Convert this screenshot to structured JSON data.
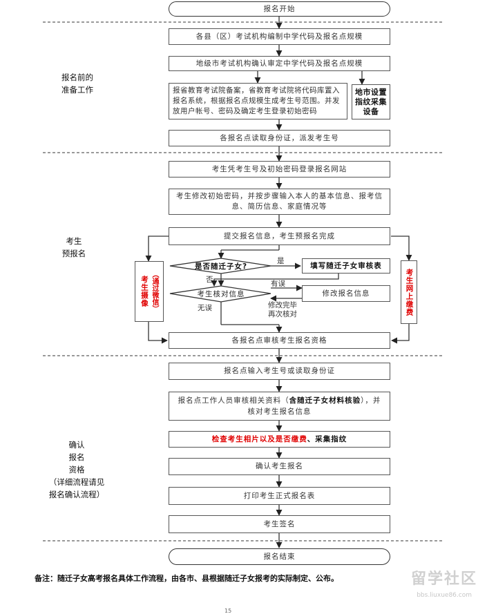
{
  "sections": {
    "prep": "报名前的\n准备工作",
    "prereg": "考生\n预报名",
    "confirm": "确认\n报名\n资格\n（详细流程请见\n报名确认流程）"
  },
  "nodes": {
    "start": "报名开始",
    "step1": "各县（区）考试机构编制中学代码及报名点规模",
    "step2": "地级市考试机构确认审定中学代码及报名点规模",
    "step3": "报省教育考试院备案，省教育考试院将代码库置入报名系统，根据报名点规模生成考生号范围。并发放用户帐号、密码及确定考生登录初始密码",
    "step3b": "地市设置指纹采集设备",
    "step4": "各报名点读取身份证，派发考生号",
    "step5": "考生凭考生号及初始密码登录报名网站",
    "step6": "考生修改初始密码，并按步骤输入本人的基本信息、报考信息、简历信息、家庭情况等",
    "step7": "提交报名信息，考生预报名完成",
    "decision1": "是否随迁子女?",
    "fill_form": "填写随迁子女审核表",
    "decision2": "考生核对信息",
    "modify": "修改报名信息",
    "left_side_a": "考生摄像",
    "left_side_b": "（通过微信）",
    "right_side": "考生网上缴费",
    "step8": "各报名点审核考生报名资格",
    "step9": "报名点输入考生号或读取身份证",
    "step10_a": "报名点工作人员审核相关资料（",
    "step10_b": "含随迁子女材料核验",
    "step10_c": "），并核对考生报名信息",
    "step11_a": "检查考生相片以及是否缴费",
    "step11_b": "、采集指纹",
    "step12": "确认考生报名",
    "step13": "打印考生正式报名表",
    "step14": "考生签名",
    "end": "报名结束"
  },
  "labels": {
    "yes": "是",
    "no": "否",
    "has_error": "有误",
    "no_error": "无误",
    "recheck": "修改完毕\n再次核对"
  },
  "footnote": "备注：随迁子女高考报名具体工作流程，由各市、县根据随迁子女报考的实际制定、公布。",
  "page_number": "15",
  "watermark": {
    "text": "留学社区",
    "url": "bbs.liuxue86.com"
  }
}
